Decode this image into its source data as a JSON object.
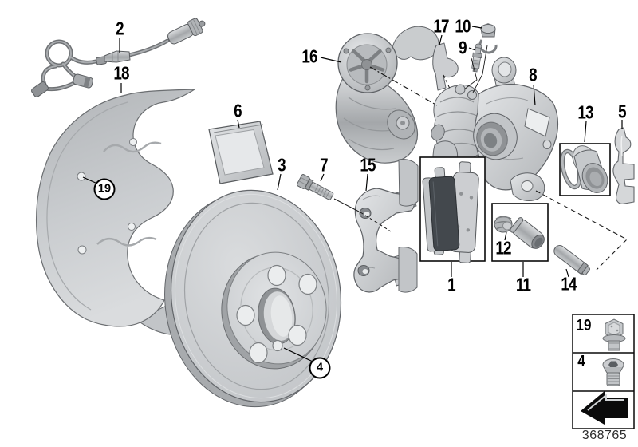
{
  "figure": {
    "drawing_number": "368765"
  },
  "callouts": {
    "c1": "1",
    "c2": "2",
    "c3": "3",
    "c5": "5",
    "c6": "6",
    "c7": "7",
    "c8": "8",
    "c9": "9",
    "c10": "10",
    "c11": "11",
    "c12": "12",
    "c13": "13",
    "c14": "14",
    "c15": "15",
    "c16": "16",
    "c17": "17",
    "c18": "18",
    "circled19": "19",
    "circled4": "4"
  },
  "legend": {
    "rows": [
      {
        "label": "19",
        "icon": "hex-flange-bolt-icon"
      },
      {
        "label": "4",
        "icon": "sealing-plug-icon"
      }
    ],
    "arrow_icon": "replacement-arrow-icon"
  },
  "colors": {
    "background": "#ffffff",
    "line": "#000000",
    "metal_light": "#d6d8da",
    "metal_mid": "#c2c5c8",
    "metal_dark": "#8f9295",
    "pad_friction": "#43484d"
  }
}
